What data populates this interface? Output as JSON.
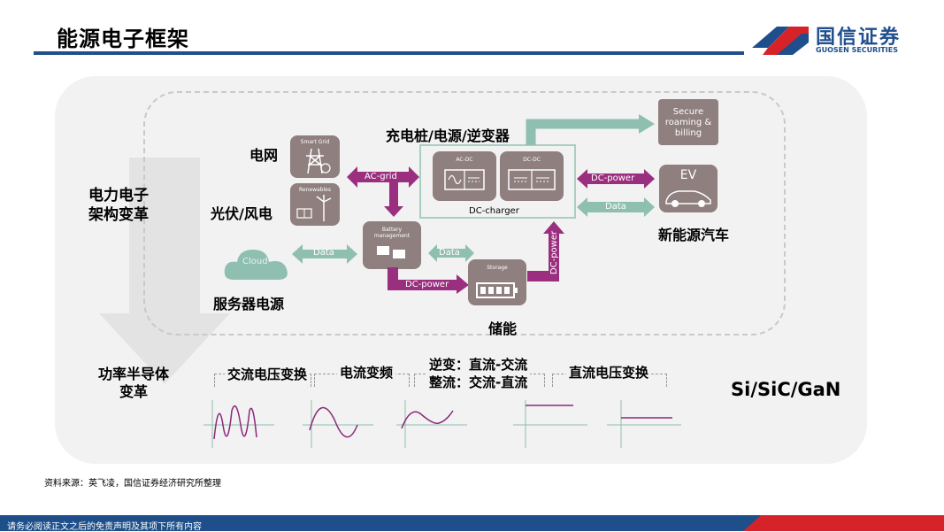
{
  "header": {
    "title": "能源电子框架"
  },
  "logo": {
    "name_cn": "国信证券",
    "name_en": "GUOSEN SECURITIES",
    "brand_color": "#1f4e8c",
    "accent_color": "#d6232a"
  },
  "diagram": {
    "left_labels": {
      "power_reform": "电力电子\n架构变革",
      "semiconductor_reform": "功率半导体\n变革"
    },
    "sources": {
      "grid": "电网",
      "pv_wind": "光伏/风电",
      "server": "服务器电源"
    },
    "nodes": {
      "smart_grid": "Smart Grid",
      "renewables": "Renewables",
      "cloud": "Cloud",
      "battery_management": "Battery\nmanagement",
      "storage": "Storage",
      "ac_dc": "AC-DC",
      "dc_dc": "DC-DC",
      "dc_charger": "DC-charger",
      "secure": "Secure\nroaming &\nbilling",
      "ev": "EV"
    },
    "arrows": {
      "ac_grid": "AC-grid",
      "data_cloud": "Data",
      "data_battery": "Data",
      "dc_power_bottom": "DC-power",
      "dc_power_vertical": "DC-power",
      "dc_power_ev": "DC-power",
      "data_ev": "Data"
    },
    "labels": {
      "charger": "充电桩/电源/逆变器",
      "ev": "新能源汽车",
      "storage": "储能"
    },
    "conversions": [
      "交流电压变换",
      "电流变频",
      "逆变：直流-交流\n整流：交流-直流",
      "直流电压变换"
    ],
    "materials": "Si/SiC/GaN"
  },
  "colors": {
    "node": "#8f7f7f",
    "teal_arrow": "#8fbfb0",
    "purple_arrow": "#9b2f7f",
    "signal": "#8a2a7a"
  },
  "source_note": "资料来源：英飞凌，国信证券经济研究所整理",
  "footer": {
    "disclaimer": "请务必阅读正文之后的免责声明及其项下所有内容"
  }
}
